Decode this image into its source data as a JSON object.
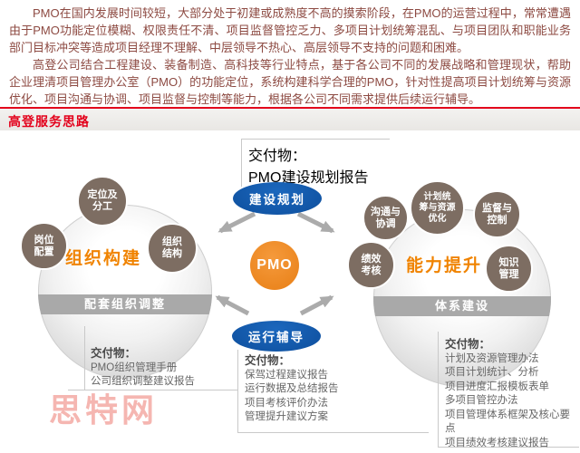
{
  "intro": {
    "p1": "PMO在国内发展时间较短，大部分处于初建或成熟度不高的摸索阶段，在PMO的运营过程中，常常遭遇由于PMO功能定位模糊、权限责任不清、项目监督管控乏力、多项目计划统筹混乱、与项目团队和职能业务部门目标冲突等造成项目经理不理解、中层领导不热心、高层领导不支持的问题和困难。",
    "p2": "高登公司结合工程建设、装备制造、高科技等行业特点，基于各公司不同的发展战略和管理现状，帮助企业理清项目管理办公室（PMO）的功能定位，系统构建科学合理的PMO，针对性提高项目计划统筹与资源优化、项目沟通与协调、项目监督与控制等能力，根据各公司不同需求提供后续运行辅导。"
  },
  "section_title": "高登服务思路",
  "diagram": {
    "pmo": "PMO",
    "phase_top": "建设规划",
    "phase_bottom": "运行辅导",
    "left": {
      "title": "组织构建",
      "band": "配套组织调整",
      "sat_top": "定位及\n分工",
      "sat_left": "岗位\n配置",
      "sat_right": "组织\n结构"
    },
    "right": {
      "title": "能力提升",
      "band": "体系建设",
      "sat_1": "沟通与\n协调",
      "sat_2": "计划统\n筹与资源\n优化",
      "sat_3": "监督与\n控制",
      "sat_4": "绩效\n考核",
      "sat_5": "知识\n管理"
    },
    "deliv_top": {
      "label": "交付物：",
      "items": [
        "PMO建设规划报告"
      ]
    },
    "deliv_left": {
      "label": "交付物：",
      "items": [
        "PMO组织管理手册",
        "公司组织调整建议报告"
      ]
    },
    "deliv_center": {
      "label": "交付物：",
      "items": [
        "保驾过程建议报告",
        "运行数据及总结报告",
        "项目考核评价办法",
        "管理提升建议方案"
      ]
    },
    "deliv_right": {
      "label": "交付物：",
      "items": [
        "计划及资源管理办法",
        "项目计划统计、分析",
        "项目进度汇报模板表单",
        "多项目管控办法",
        "项目管理体系框架及核心要点",
        "项目绩效考核建议报告"
      ]
    },
    "watermark": "思特网"
  },
  "colors": {
    "accent_red": "#e3001b",
    "intro_text_red": "#8d4a42",
    "orange": "#ee8722",
    "orange_title": "#f08300",
    "blue": "#1157a8",
    "brown": "#7d6d62",
    "gray_band": "#a9a9a9",
    "arrow_gray": "#ababab",
    "watermark_pink": "#ee7b72"
  }
}
